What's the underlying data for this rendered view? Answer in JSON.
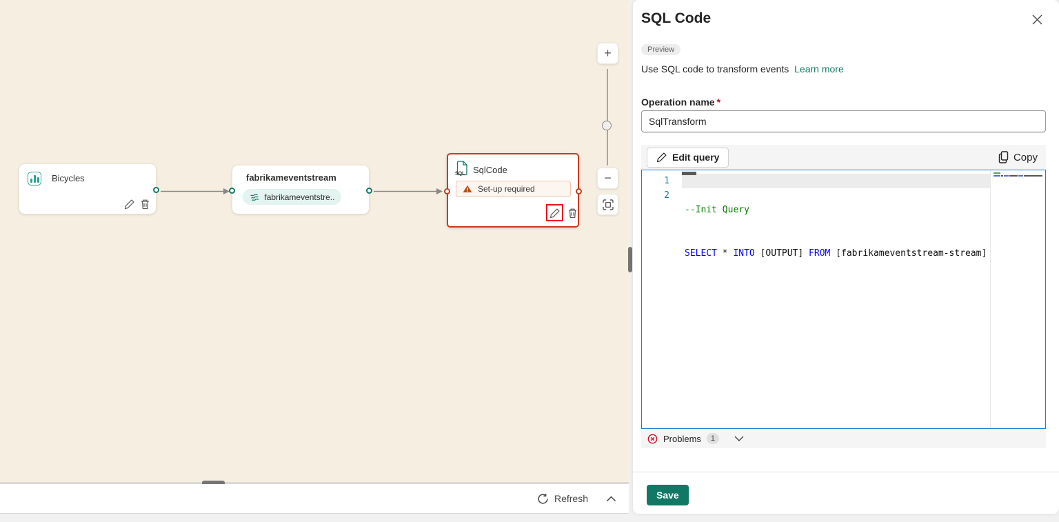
{
  "canvas": {
    "nodes": {
      "bicycles": {
        "title": "Bicycles"
      },
      "eventstream": {
        "title": "fabrikameventstream",
        "stream_label": "fabrikameventstre..."
      },
      "sqlcode": {
        "title": "SqlCode",
        "icon_label": "SQL",
        "warning": "Set-up required"
      }
    },
    "zoom_controls": {
      "zoom_in": "+",
      "zoom_out": "−"
    },
    "footer": {
      "refresh": "Refresh"
    }
  },
  "panel": {
    "title": "SQL Code",
    "preview_badge": "Preview",
    "description": "Use SQL code to transform events",
    "learn_more": "Learn more",
    "operation": {
      "label": "Operation name",
      "required": "*",
      "value": "SqlTransform"
    },
    "toolbar": {
      "edit_query": "Edit query",
      "copy": "Copy"
    },
    "editor": {
      "line_numbers": [
        "1",
        "2"
      ],
      "line1_comment": "--Init Query",
      "line2": {
        "select": "SELECT",
        "star": " * ",
        "into": "INTO",
        "output": " [OUTPUT] ",
        "from": "FROM",
        "table": " [fabrikameventstream-stream]"
      }
    },
    "problems": {
      "label": "Problems",
      "count": "1"
    },
    "save": "Save"
  },
  "colors": {
    "accent_teal": "#117865",
    "selected_orange": "#c43e1c",
    "focus_blue": "#1e7fd1",
    "error_red": "#c50f1f",
    "highlight_red": "#e81123",
    "keyword_blue": "#0000ff",
    "comment_green": "#008000",
    "linenum_teal": "#237893",
    "canvas_beige": "#f6efe1"
  }
}
